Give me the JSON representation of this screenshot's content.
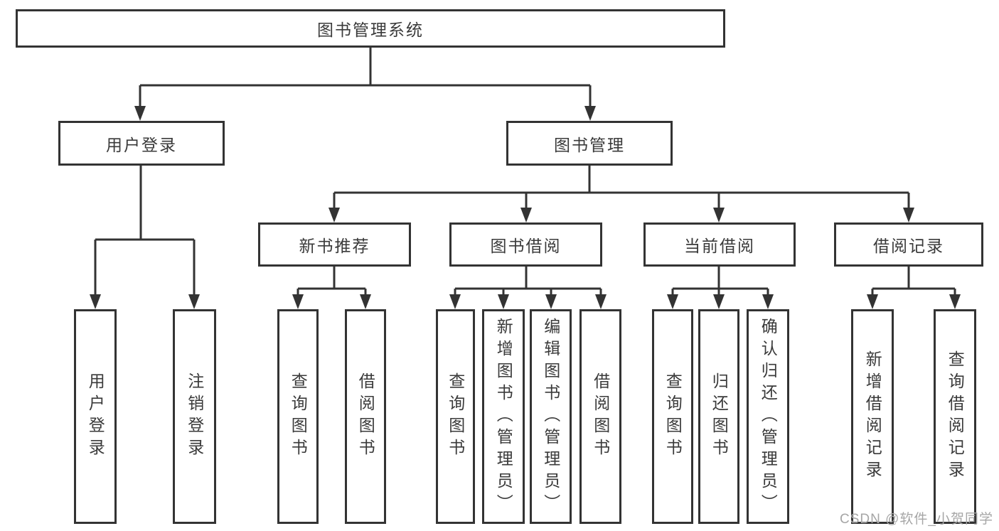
{
  "diagram": {
    "title": "图书管理系统",
    "colors": {
      "line": "#333333",
      "box_border": "#333333",
      "text": "#3a3a3a",
      "background": "#ffffff",
      "watermark": "#a6a6a6"
    },
    "tree": {
      "root": "图书管理系统",
      "level2": [
        "用户登录",
        "图书管理"
      ],
      "level3": [
        "新书推荐",
        "图书借阅",
        "当前借阅",
        "借阅记录"
      ],
      "leaves": {
        "user_login": [
          "用户登录",
          "注销登录"
        ],
        "new_book": [
          "查询图书",
          "借阅图书"
        ],
        "book_borrow": [
          "查询图书",
          "新增图书（管理员）",
          "编辑图书（管理员）",
          "借阅图书"
        ],
        "current_borrow": [
          "查询图书",
          "归还图书",
          "确认归还（管理员）"
        ],
        "borrow_record": [
          "新增借阅记录",
          "查询借阅记录"
        ]
      }
    },
    "watermark": "CSDN @软件_小贺同学"
  }
}
